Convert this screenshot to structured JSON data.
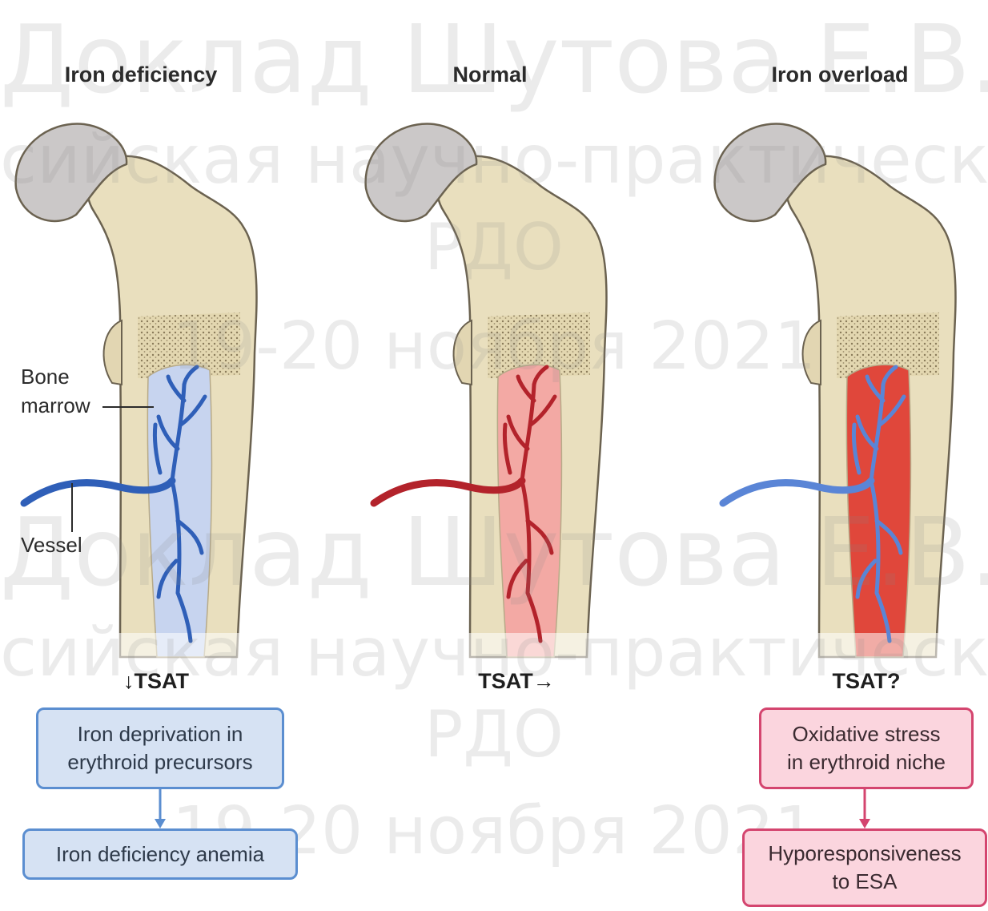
{
  "panels": [
    {
      "title": "Iron deficiency",
      "tsat": "↓TSAT",
      "boxes": [
        "Iron deprivation in\nerythroid precursors",
        "Iron deficiency anemia"
      ],
      "marrow_color": "#c7d4ef",
      "vessel_color": "#2f5fb8"
    },
    {
      "title": "Normal",
      "tsat": "TSAT→",
      "boxes": [],
      "marrow_color": "#f3a9a4",
      "vessel_color": "#b3232b"
    },
    {
      "title": "Iron overload",
      "tsat": "TSAT?",
      "boxes": [
        "Oxidative stress\nin erythroid niche",
        "Hyporesponsiveness\nto ESA"
      ],
      "marrow_color": "#e0473b",
      "vessel_color": "#5a85d6"
    }
  ],
  "labels": {
    "bone_marrow": "Bone\nmarrow",
    "vessel": "Vessel"
  },
  "colors": {
    "bone": "#e9dfbe",
    "bone_outline": "#6b6250",
    "femoral_head": "#cbc8c8",
    "blue_box_fill": "#d6e2f3",
    "blue_box_border": "#5b8ed0",
    "pink_box_fill": "#fbd5de",
    "pink_box_border": "#d4456f"
  },
  "watermark": {
    "line1": "Доклад Шутова Е.В.",
    "line2": "сийская научно-практическая",
    "line3": "РДО",
    "line4": "19-20 ноября 2021"
  }
}
